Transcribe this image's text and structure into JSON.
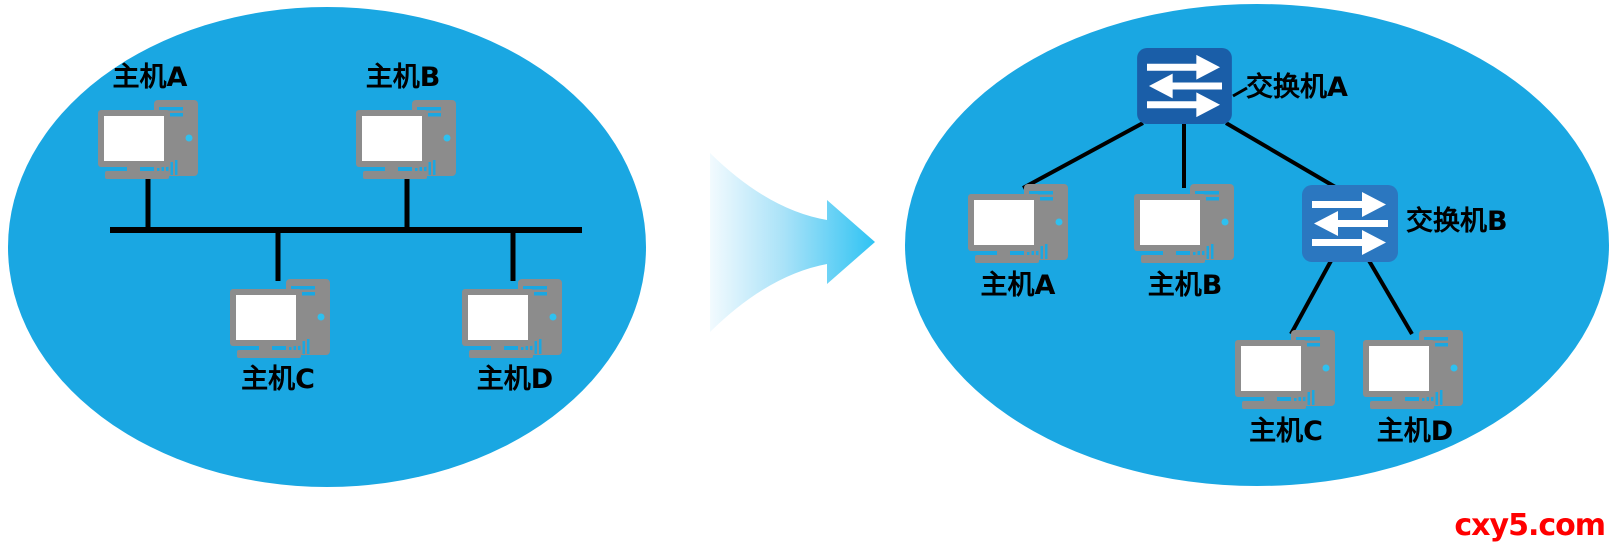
{
  "colors": {
    "ellipse_fill": "#1AA7E2",
    "switch_a": "#1A5EA8",
    "switch_b": "#2B77C0",
    "pc_gray": "#8C8C8C",
    "pc_accent": "#2EC0EF",
    "line": "#000000",
    "label": "#000000",
    "watermark": "#FF0000",
    "arrow_grad_start": "#F2FAFE",
    "arrow_grad_mid": "#A9E2F8",
    "arrow_grad_end": "#2FC3F3"
  },
  "left_network": {
    "hosts": [
      {
        "label": "主机A"
      },
      {
        "label": "主机B"
      },
      {
        "label": "主机C"
      },
      {
        "label": "主机D"
      }
    ]
  },
  "right_network": {
    "switches": [
      {
        "label": "交换机A"
      },
      {
        "label": "交换机B"
      }
    ],
    "hosts": [
      {
        "label": "主机A"
      },
      {
        "label": "主机B"
      },
      {
        "label": "主机C"
      },
      {
        "label": "主机D"
      }
    ]
  },
  "watermark": {
    "text": "cxy5.com"
  }
}
